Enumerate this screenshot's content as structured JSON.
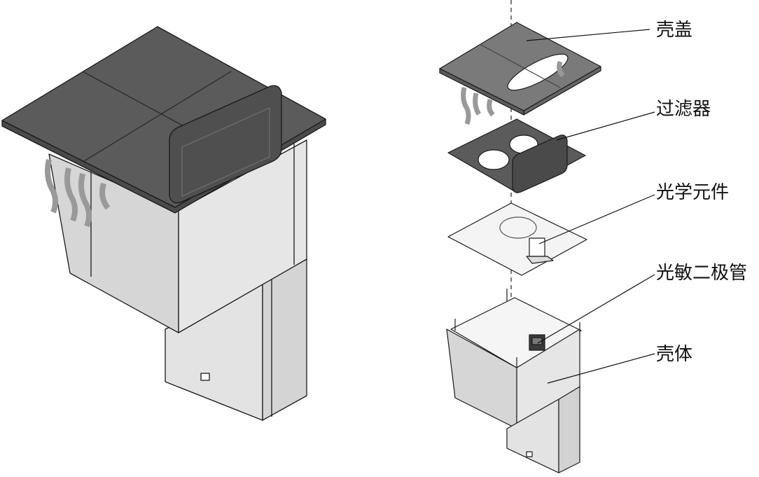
{
  "labels": {
    "cover": "壳盖",
    "filter": "过滤器",
    "optics": "光学元件",
    "photodiode": "光敏二极管",
    "housing": "壳体"
  },
  "colors": {
    "dark_part": "#5b5b5b",
    "mid_part": "#7a7a7a",
    "light_part": "#d9d9d9",
    "lighter_part": "#ececec",
    "outline": "#1a1a1a"
  }
}
